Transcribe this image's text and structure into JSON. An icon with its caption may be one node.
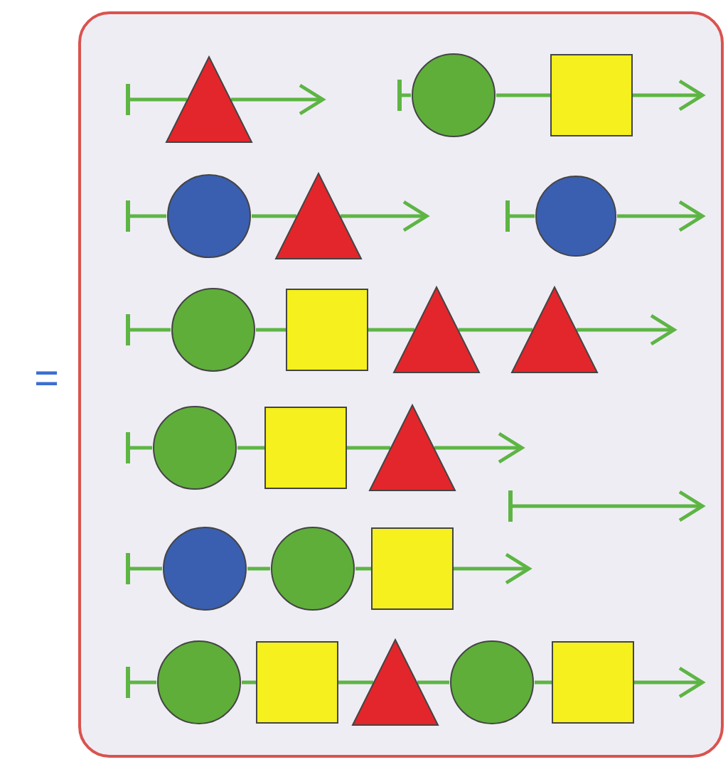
{
  "diagram": {
    "nodes": [
      {
        "text": [],
        "shape": "box"
      },
      {
        "text": [],
        "shape": "triangle",
        "in": 0
      },
      {
        "text": [],
        "shape": "circle",
        "in": 0
      },
      {
        "text": [],
        "shape": "square",
        "in": 0
      },
      {
        "text": [],
        "shape": "circle",
        "in": 0
      },
      {
        "text": [],
        "shape": "triangle",
        "in": 0
      },
      {
        "text": [],
        "shape": "circle",
        "in": 0
      },
      {
        "text": [],
        "shape": "circle",
        "in": 0
      },
      {
        "text": [],
        "shape": "square",
        "in": 0
      },
      {
        "text": [],
        "shape": "triangle",
        "in": 0
      },
      {
        "text": [],
        "shape": "triangle",
        "in": 0
      },
      {
        "text": [],
        "shape": "circle",
        "in": 0
      },
      {
        "text": [],
        "shape": "square",
        "in": 0
      },
      {
        "text": [],
        "shape": "triangle",
        "in": 0
      },
      {
        "text": [],
        "shape": "circle",
        "in": 0
      },
      {
        "text": [],
        "shape": "circle",
        "in": 0
      },
      {
        "text": [],
        "shape": "square",
        "in": 0
      },
      {
        "text": [],
        "shape": "circle",
        "in": 0
      },
      {
        "text": [],
        "shape": "square",
        "in": 0
      },
      {
        "text": [],
        "shape": "triangle",
        "in": 0
      },
      {
        "text": [],
        "shape": "circle",
        "in": 0
      },
      {
        "text": [],
        "shape": "square",
        "in": 0
      }
    ],
    "edges": [
      {
        "from": null,
        "to": 1,
        "arrow": "other"
      },
      {
        "from": 1,
        "to": null,
        "arrow": "to"
      },
      {
        "from": null,
        "to": 2,
        "arrow": "other"
      },
      {
        "from": 2,
        "to": 3,
        "arrow": "none"
      },
      {
        "from": 3,
        "to": null,
        "arrow": "to"
      },
      {
        "from": null,
        "to": 4,
        "arrow": "other"
      },
      {
        "from": 4,
        "to": 5,
        "arrow": "none"
      },
      {
        "from": 5,
        "to": null,
        "arrow": "to"
      },
      {
        "from": null,
        "to": 6,
        "arrow": "other"
      },
      {
        "from": 6,
        "to": null,
        "arrow": "to"
      },
      {
        "from": null,
        "to": 7,
        "arrow": "other"
      },
      {
        "from": 7,
        "to": 8,
        "arrow": "none"
      },
      {
        "from": 8,
        "to": 9,
        "arrow": "none"
      },
      {
        "from": 9,
        "to": 10,
        "arrow": "none"
      },
      {
        "from": 10,
        "to": null,
        "arrow": "to"
      },
      {
        "from": null,
        "to": 11,
        "arrow": "other"
      },
      {
        "from": 11,
        "to": 12,
        "arrow": "none"
      },
      {
        "from": 12,
        "to": 13,
        "arrow": "none"
      },
      {
        "from": 13,
        "to": null,
        "arrow": "to"
      },
      {
        "from": null,
        "to": 14,
        "arrow": "other"
      },
      {
        "from": 14,
        "to": 15,
        "arrow": "none"
      },
      {
        "from": 15,
        "to": 16,
        "arrow": "none"
      },
      {
        "from": 16,
        "to": null,
        "arrow": "to"
      },
      {
        "from": null,
        "to": 17,
        "arrow": "other"
      },
      {
        "from": 17,
        "to": 18,
        "arrow": "none"
      },
      {
        "from": 18,
        "to": 19,
        "arrow": "none"
      },
      {
        "from": 19,
        "to": 20,
        "arrow": "none"
      },
      {
        "from": 20,
        "to": 21,
        "arrow": "none"
      },
      {
        "from": 21,
        "to": null,
        "arrow": "to"
      }
    ],
    "labels": [
      "="
    ]
  }
}
